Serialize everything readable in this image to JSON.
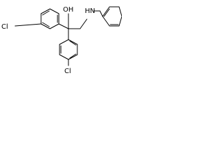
{
  "atoms": {
    "chloro_top": "Cl",
    "hydroxyl": "OH",
    "amine": "HN",
    "chloro_bottom": "Cl"
  },
  "colors": {
    "bond": "#000000",
    "label": "#000000",
    "background": "#ffffff"
  }
}
